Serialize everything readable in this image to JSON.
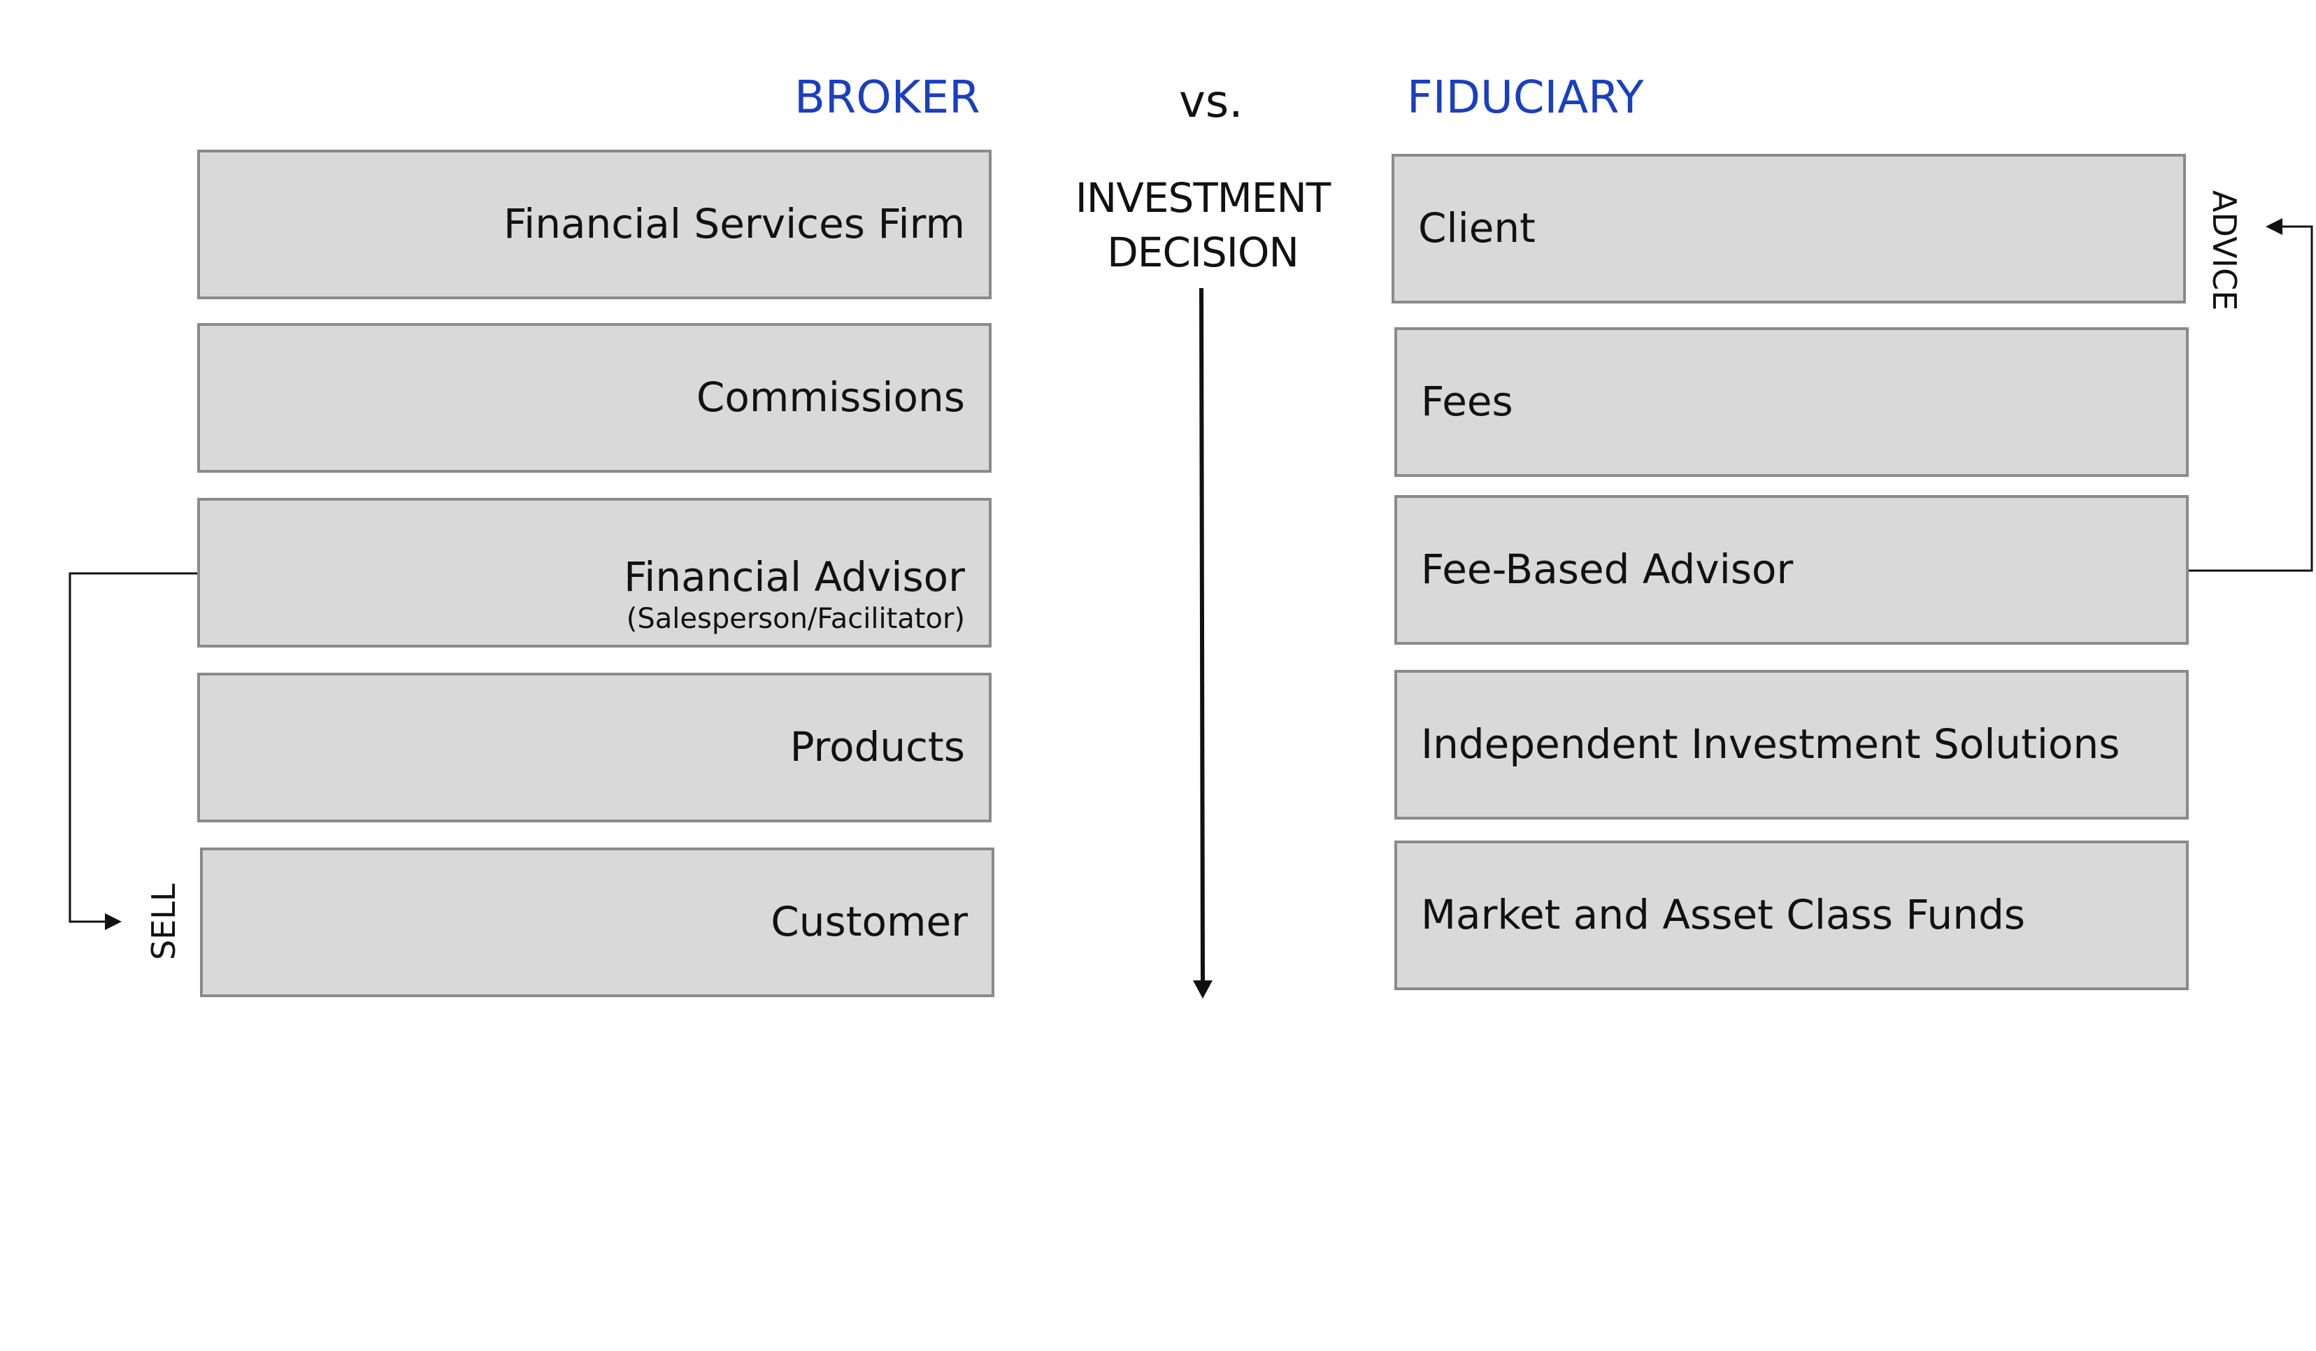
{
  "headings": {
    "broker": "BROKER",
    "versus": "vs.",
    "fiduciary": "FIDUCIARY"
  },
  "center": {
    "line1": "INVESTMENT",
    "line2": "DECISION"
  },
  "broker_boxes": [
    {
      "label": "Financial Services Firm"
    },
    {
      "label": "Commissions"
    },
    {
      "label": "Financial Advisor",
      "sublabel": "(Salesperson/Facilitator)"
    },
    {
      "label": "Products"
    },
    {
      "label": "Customer"
    }
  ],
  "fiduciary_boxes": [
    {
      "label": "Client"
    },
    {
      "label": "Fees"
    },
    {
      "label": "Fee-Based Advisor"
    },
    {
      "label": "Independent Investment Solutions"
    },
    {
      "label": "Market and Asset Class Funds"
    }
  ],
  "side_labels": {
    "sell": "SELL",
    "advice": "ADVICE"
  },
  "colors": {
    "heading_accent": "#1a3fbf",
    "box_fill": "#d9d9d9",
    "box_border": "#8a8a8a"
  }
}
